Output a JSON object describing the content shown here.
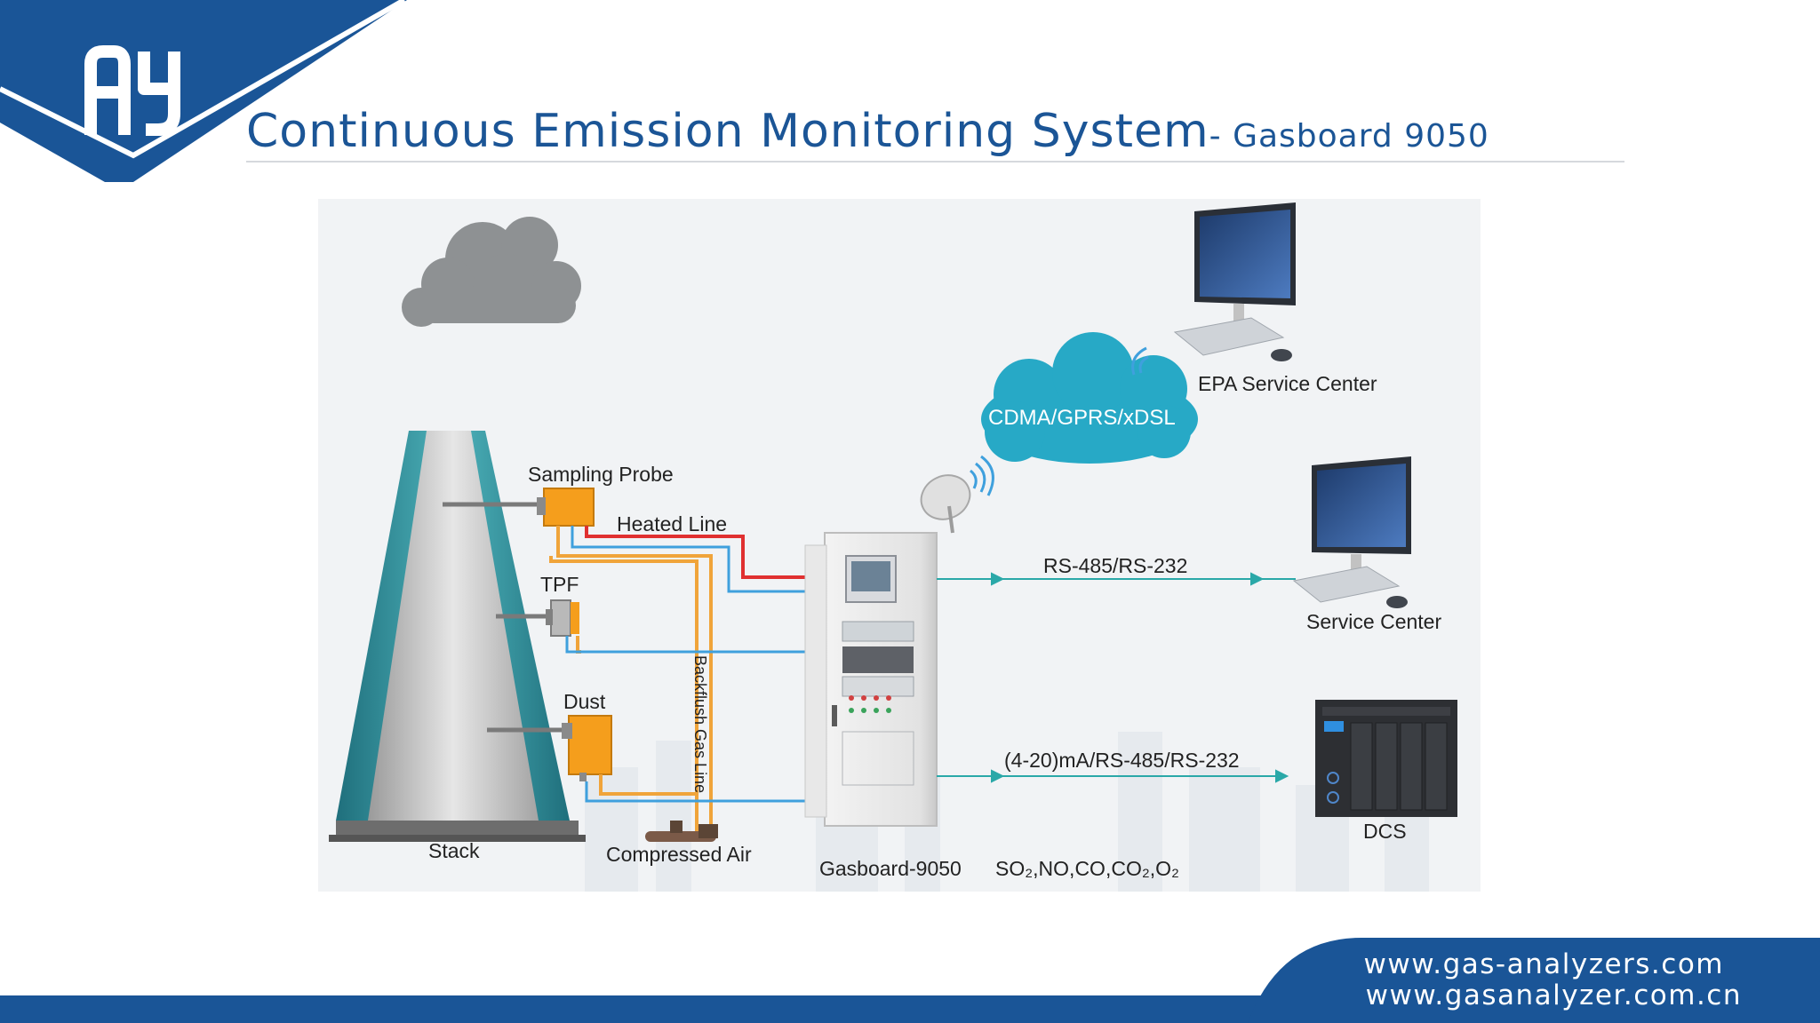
{
  "header": {
    "title": "Continuous Emission Monitoring System",
    "subtitle": "- Gasboard 9050",
    "logo_text": "AY"
  },
  "diagram": {
    "stack_label": "Stack",
    "sampling_probe_label": "Sampling Probe",
    "heated_line_label": "Heated Line",
    "tpf_label": "TPF",
    "dust_label": "Dust",
    "backflush_label": "Backflush Gas Line",
    "compressed_air_label": "Compressed Air",
    "analyzer_label": "Gasboard-9050",
    "gases_label": "SO₂,NO,CO,CO₂,O₂",
    "network_label": "CDMA/GPRS/xDSL",
    "epa_label": "EPA Service Center",
    "rs_link_label": "RS-485/RS-232",
    "service_label": "Service Center",
    "dcs_link_label": "(4-20)mA/RS-485/RS-232",
    "dcs_label": "DCS"
  },
  "footer": {
    "url_1": "www.gas-analyzers.com",
    "url_2": "www.gasanalyzer.com.cn"
  },
  "colors": {
    "brand_blue": "#1b5596",
    "heated_line": "#e03030",
    "signal_line": "#3fa0dd",
    "air_line": "#f0a43a",
    "link_teal": "#2aa8a8",
    "stack_teal": "#2f8b96",
    "device_orange": "#f59e1c"
  }
}
